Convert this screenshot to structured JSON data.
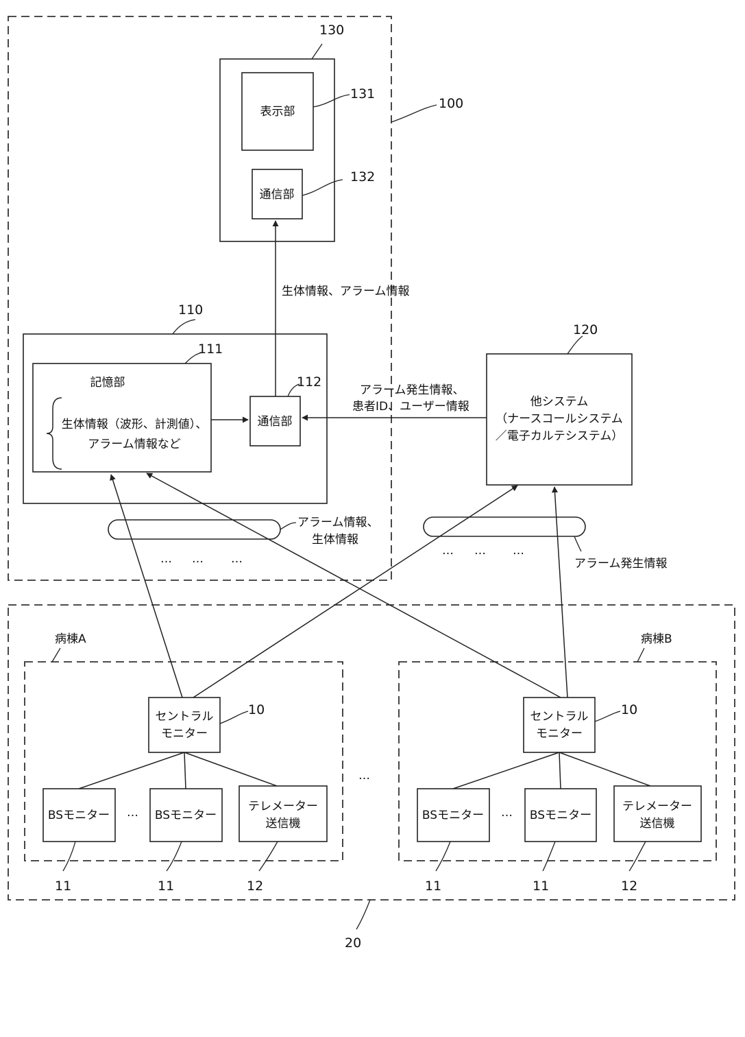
{
  "refs": {
    "r130": "130",
    "r131": "131",
    "r132": "132",
    "r100": "100",
    "r110": "110",
    "r111": "111",
    "r112": "112",
    "r120": "120",
    "r10a": "10",
    "r10b": "10",
    "r11a": "11",
    "r11b": "11",
    "r12a": "12",
    "r11c": "11",
    "r11d": "11",
    "r12b": "12",
    "r20": "20"
  },
  "terminal": {
    "display": "表示部",
    "comm": "通信部"
  },
  "server": {
    "storage": "記憶部",
    "storage_line1": "生体情報（波形、計測値）、",
    "storage_line2": "アラーム情報など",
    "comm": "通信部"
  },
  "other_system": {
    "line1": "他システム",
    "line2": "（ナースコールシステム",
    "line3": "／電子カルテシステム）"
  },
  "edge_labels": {
    "to_terminal": "生体情報、アラーム情報",
    "from_other_1": "アラーム発生情報、",
    "from_other_2": "患者ID、ユーザー情報",
    "network_left_1": "アラーム情報、",
    "network_left_2": "生体情報",
    "network_right": "アラーム発生情報"
  },
  "ellipsis": {
    "left_a": "…",
    "left_b": "…",
    "left_c": "…",
    "right_a": "…",
    "right_b": "…",
    "right_c": "…",
    "between_wards": "…",
    "ward_a_monitors": "…",
    "ward_b_monitors": "…"
  },
  "ward_a": {
    "name": "病棟A",
    "central_1": "セントラル",
    "central_2": "モニター",
    "bs1": "BSモニター",
    "bs2": "BSモニター",
    "tele_1": "テレメーター",
    "tele_2": "送信機"
  },
  "ward_b": {
    "name": "病棟B",
    "central_1": "セントラル",
    "central_2": "モニター",
    "bs1": "BSモニター",
    "bs2": "BSモニター",
    "tele_1": "テレメーター",
    "tele_2": "送信機"
  }
}
